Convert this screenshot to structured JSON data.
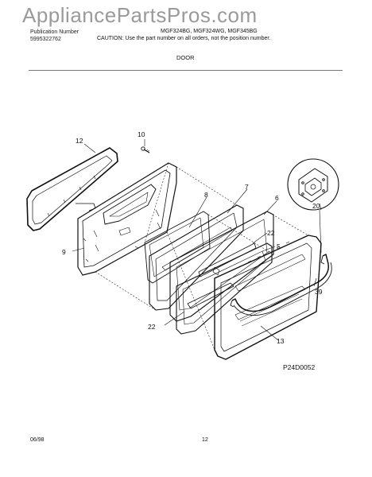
{
  "watermark": "AppliancePartsPros.com",
  "header": {
    "publication_lines": [
      "Publication Number",
      "5995322762"
    ],
    "models": "MGF324BG, MGF324WG, MGF345BG",
    "caution": "CAUTION:  Use the part number on all orders, not the position number.",
    "section": "DOOR"
  },
  "callouts": {
    "c5": "5",
    "c6": "6",
    "c7": "7",
    "c8": "8",
    "c9": "9",
    "c10": "10",
    "c12": "12",
    "c13": "13",
    "c20": "20",
    "c22a": "22",
    "c22b": "22",
    "c39": "39"
  },
  "footer": {
    "figure_ref": "P24D0052",
    "date": "06/98",
    "page": "12"
  }
}
